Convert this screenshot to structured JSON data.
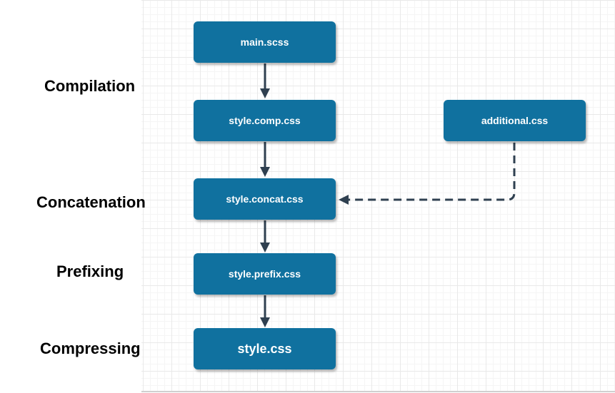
{
  "stages": {
    "compilation": "Compilation",
    "concatenation": "Concatenation",
    "prefixing": "Prefixing",
    "compressing": "Compressing"
  },
  "nodes": {
    "main_scss": "main.scss",
    "style_comp": "style.comp.css",
    "style_concat": "style.concat.css",
    "style_prefix": "style.prefix.css",
    "style_css": "style.css",
    "additional_css": "additional.css"
  },
  "colors": {
    "node_fill": "#10719f",
    "node_text": "#ffffff",
    "edge": "#2f4050"
  }
}
